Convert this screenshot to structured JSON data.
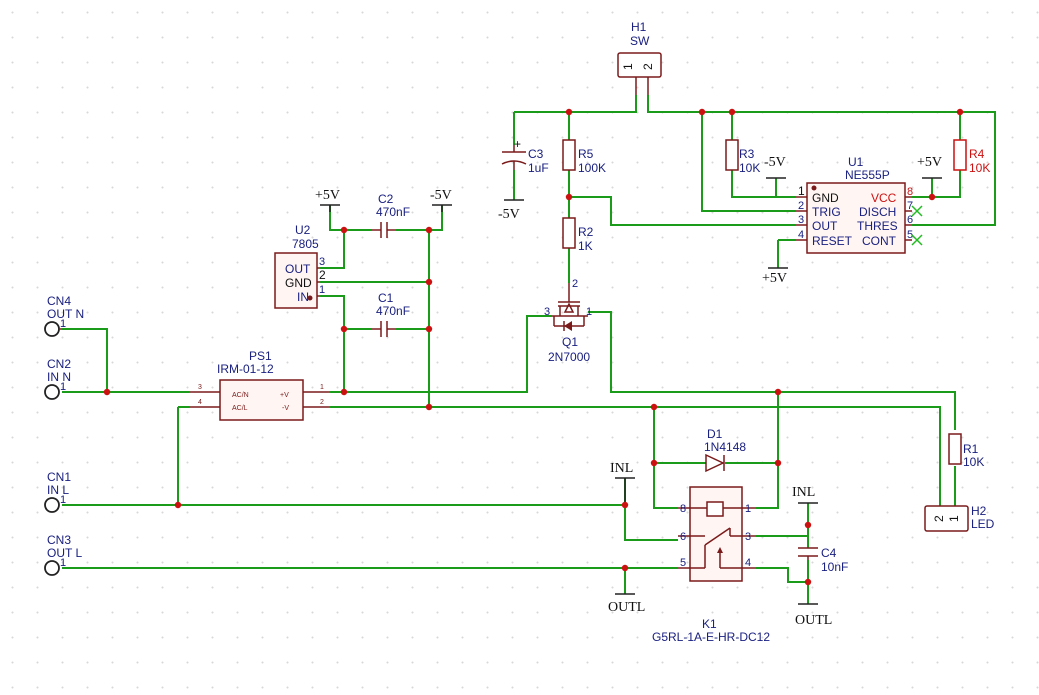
{
  "components": {
    "h1": {
      "ref": "H1",
      "value": "SW",
      "p1": "1",
      "p2": "2"
    },
    "c3": {
      "ref": "C3",
      "value": "1uF"
    },
    "r5": {
      "ref": "R5",
      "value": "100K"
    },
    "r2": {
      "ref": "R2",
      "value": "1K"
    },
    "r3": {
      "ref": "R3",
      "value": "10K"
    },
    "r4": {
      "ref": "R4",
      "value": "10K"
    },
    "r1": {
      "ref": "R1",
      "value": "10K"
    },
    "u1": {
      "ref": "U1",
      "value": "NE555P",
      "pins": {
        "gnd": "GND",
        "trig": "TRIG",
        "out": "OUT",
        "reset": "RESET",
        "vcc": "VCC",
        "disch": "DISCH",
        "thres": "THRES",
        "cont": "CONT"
      },
      "nums": {
        "p1": "1",
        "p2": "2",
        "p3": "3",
        "p4": "4",
        "p8": "8",
        "p7": "7",
        "p6": "6",
        "p5": "5"
      }
    },
    "u2": {
      "ref": "U2",
      "value": "7805",
      "out": "OUT",
      "gnd": "GND",
      "in": "IN",
      "p3": "3",
      "p2": "2",
      "p1": "1"
    },
    "c2": {
      "ref": "C2",
      "value": "470nF"
    },
    "c1": {
      "ref": "C1",
      "value": "470nF"
    },
    "q1": {
      "ref": "Q1",
      "value": "2N7000",
      "p1": "1",
      "p2": "2",
      "p3": "3"
    },
    "ps1": {
      "ref": "PS1",
      "value": "IRM-01-12",
      "acn": "AC/N",
      "acl": "AC/L",
      "pv": "+V",
      "mv": "-V",
      "p3": "3",
      "p4": "4",
      "p1": "1",
      "p2": "2"
    },
    "d1": {
      "ref": "D1",
      "value": "1N4148"
    },
    "k1": {
      "ref": "K1",
      "value": "G5RL-1A-E-HR-DC12",
      "p8": "8",
      "p1": "1",
      "p6": "6",
      "p3": "3",
      "p5": "5",
      "p4": "4"
    },
    "c4": {
      "ref": "C4",
      "value": "10nF"
    },
    "h2": {
      "ref": "H2",
      "value": "LED",
      "p2": "2",
      "p1": "1"
    },
    "cn4": {
      "ref": "CN4",
      "value": "OUT N",
      "pin": "1"
    },
    "cn2": {
      "ref": "CN2",
      "value": "IN N",
      "pin": "1"
    },
    "cn1": {
      "ref": "CN1",
      "value": "IN L",
      "pin": "1"
    },
    "cn3": {
      "ref": "CN3",
      "value": "OUT L",
      "pin": "1"
    }
  },
  "nets": {
    "p5v": "+5V",
    "m5v": "-5V",
    "inl": "INL",
    "outl": "OUTL"
  },
  "colors": {
    "wire": "#1a9c1a",
    "symbol": "#7a1a1a",
    "junction": "#cc1111",
    "reference": "#1a2080"
  }
}
